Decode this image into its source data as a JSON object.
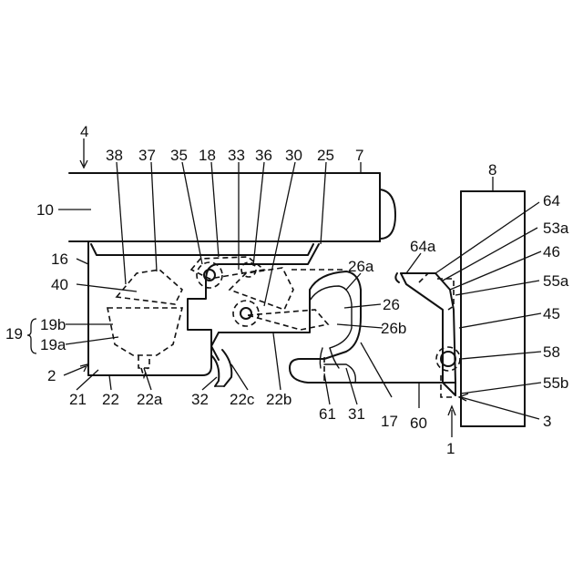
{
  "labels": {
    "l4": "4",
    "l38": "38",
    "l37": "37",
    "l35": "35",
    "l18": "18",
    "l33": "33",
    "l36": "36",
    "l30": "30",
    "l25": "25",
    "l7": "7",
    "l8": "8",
    "l10": "10",
    "l64": "64",
    "l53a": "53a",
    "l64a": "64a",
    "l46": "46",
    "l16": "16",
    "l26a": "26a",
    "l55a": "55a",
    "l40": "40",
    "l26": "26",
    "l45": "45",
    "l19": "19",
    "l19b": "19b",
    "l26b": "26b",
    "l19a": "19a",
    "l58": "58",
    "l2": "2",
    "l55b": "55b",
    "l21": "21",
    "l22": "22",
    "l22a": "22a",
    "l32": "32",
    "l22c": "22c",
    "l22b": "22b",
    "l61": "61",
    "l31": "31",
    "l17": "17",
    "l60": "60",
    "l3": "3",
    "l1": "1"
  }
}
